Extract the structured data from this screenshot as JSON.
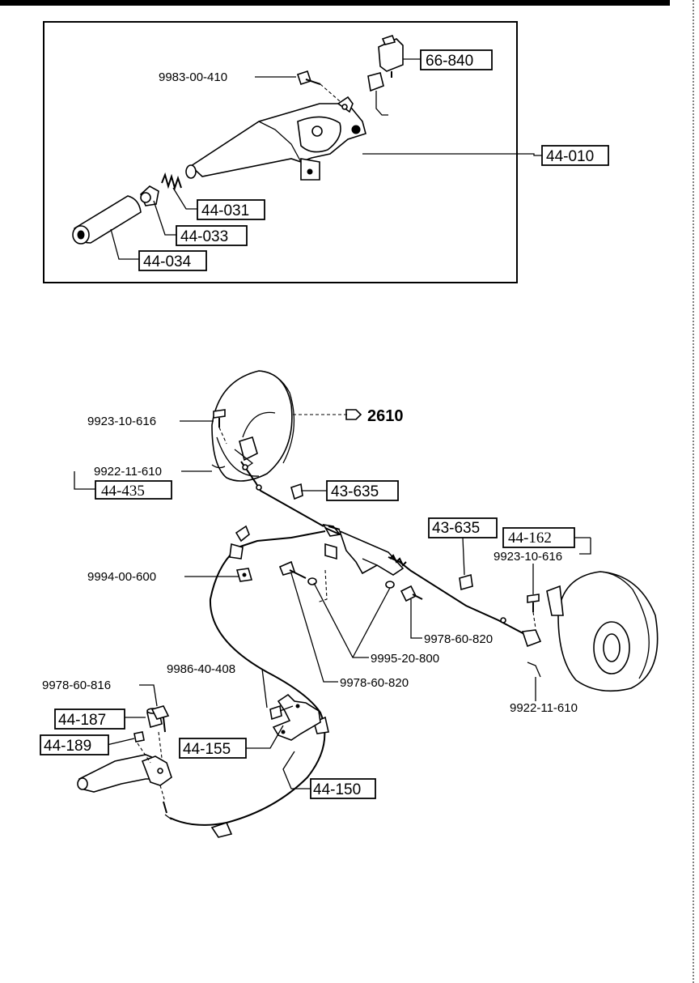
{
  "upper_box": {
    "labels": {
      "screw": "9983-00-410",
      "switch": "66-840",
      "assembly": "44-010",
      "spring": "44-031",
      "button": "44-033",
      "grip": "44-034"
    }
  },
  "lower": {
    "labels": {
      "ref_2610": "2610",
      "pin_left": "9923-10-616",
      "clip_left": "9922-11-610",
      "cable_left": "44-435",
      "clamp_upper": "43-635",
      "clamp_right": "43-635",
      "cable_right": "44-162",
      "pin_right": "9923-10-616",
      "nut": "9994-00-600",
      "bolt_right": "9978-60-820",
      "washer": "9995-20-800",
      "bolt_center": "9978-60-820",
      "clip_right": "9922-11-610",
      "screw_bracket": "9986-40-408",
      "bolt_lever": "9978-60-816",
      "collar": "44-187",
      "bushing": "44-189",
      "bracket": "44-155",
      "front_cable": "44-150"
    }
  }
}
